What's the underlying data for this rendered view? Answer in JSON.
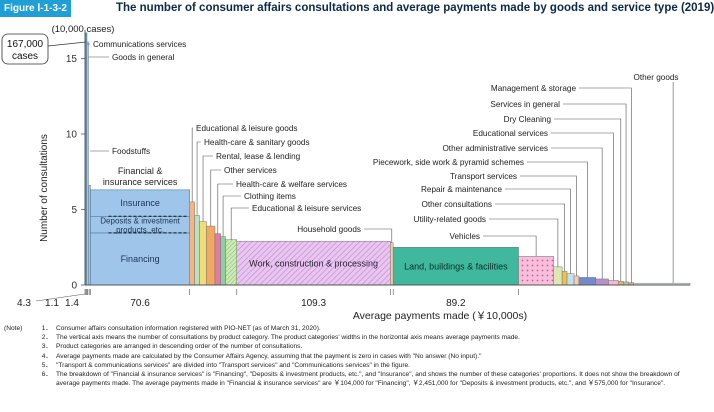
{
  "figure": {
    "badge": "Figure Ⅰ-1-3-2",
    "title": "The number of consumer affairs consultations and average payments made by goods and service type (2019)"
  },
  "chart_data": {
    "type": "bar",
    "variant": "variable-width bar chart (marimekko)",
    "y_unit": "(10,000 cases)",
    "ylabel": "Number of consultations",
    "xlabel": "Average payments made (￥10,000s)",
    "ylim": [
      0,
      17
    ],
    "yticks": [
      0,
      5,
      10,
      15
    ],
    "callout": "167,000 cases",
    "x_width_labels": [
      "4.3",
      "1.1",
      "1.4",
      "70.6",
      "109.3",
      "89.2"
    ],
    "bars": [
      {
        "label": "Communications services",
        "height": 16.7,
        "width": 1.4,
        "color": "#4a9de0"
      },
      {
        "label": "Goods in general",
        "height": 16.1,
        "width": 1.1,
        "color": "#bcd8ef"
      },
      {
        "label": "Foodstuffs",
        "height": 6.6,
        "width": 1.4,
        "color": "#9fc9ea"
      },
      {
        "label": "Financial & insurance services",
        "height": 6.3,
        "width": 70.6,
        "color": "#9fc6ea"
      },
      {
        "label": "Educational & leisure goods",
        "height": 5.5,
        "width": 3.5,
        "color": "#f6b483"
      },
      {
        "label": "Health-care & sanitary goods",
        "height": 4.6,
        "width": 3.5,
        "color": "#b8e3c0"
      },
      {
        "label": "Rental, lease & lending",
        "height": 4.2,
        "width": 5.0,
        "color": "#f1dc76"
      },
      {
        "label": "Other services",
        "height": 3.9,
        "width": 6.0,
        "color": "#f2a861"
      },
      {
        "label": "Health-care & welfare services",
        "height": 3.4,
        "width": 4.0,
        "color": "#e07ba3"
      },
      {
        "label": "Clothing items",
        "height": 3.2,
        "width": 3.5,
        "color": "#8fcf9d"
      },
      {
        "label": "Educational & leisure services",
        "height": 3.0,
        "width": 8.0,
        "color": "#a3d38c"
      },
      {
        "label": "Work, construction & processing",
        "height": 2.9,
        "width": 109.3,
        "color": "#d9b3e2"
      },
      {
        "label": "Household goods",
        "height": 2.8,
        "width": 2.0,
        "color": "#f3c8b1"
      },
      {
        "label": "Land, buildings & facilities",
        "height": 2.5,
        "width": 89.2,
        "color": "#3fb89d"
      },
      {
        "label": "Vehicles",
        "height": 1.9,
        "width": 25.0,
        "color": "#f1a8cc"
      },
      {
        "label": "Utility-related goods",
        "height": 1.2,
        "width": 6.0,
        "color": "#dde7b4"
      },
      {
        "label": "Other consultations",
        "height": 0.9,
        "width": 3.5,
        "color": "#efc14e"
      },
      {
        "label": "Repair & maintenance",
        "height": 0.75,
        "width": 5.0,
        "color": "#bfe1f5"
      },
      {
        "label": "Transport services",
        "height": 0.6,
        "width": 3.5,
        "color": "#f5cdb0"
      },
      {
        "label": "Piecework, side work & pyramid schemes",
        "height": 0.5,
        "width": 12.0,
        "color": "#7389c9"
      },
      {
        "label": "Other administrative services",
        "height": 0.4,
        "width": 9.0,
        "color": "#b990c8"
      },
      {
        "label": "Educational services",
        "height": 0.3,
        "width": 7.0,
        "color": "#f6b7cf"
      },
      {
        "label": "Dry Cleaning",
        "height": 0.25,
        "width": 3.5,
        "color": "#dcb86a"
      },
      {
        "label": "Services in general",
        "height": 0.2,
        "width": 4.0,
        "color": "#a7c5a7"
      },
      {
        "label": "Management & storage",
        "height": 0.15,
        "width": 3.5,
        "color": "#ef9d7a"
      },
      {
        "label": "Other goods",
        "height": 0.12,
        "width": 40.0,
        "color": "#cfe3f3"
      }
    ],
    "finance_segments": [
      {
        "label": "Financing",
        "height": 3.45
      },
      {
        "label": "Deposits & investment products, etc.",
        "height": 1.1
      },
      {
        "label": "Insurance",
        "height": 1.75
      }
    ],
    "finance_title": [
      "Financial &",
      "insurance services"
    ]
  },
  "notes": {
    "heading": "(Note)",
    "items": [
      {
        "n": "1．",
        "text": "Consumer affairs consultation information registered with PIO-NET (as of March 31, 2020)."
      },
      {
        "n": "2．",
        "text": "The vertical axis means the number of consultations by product category. The product categories' widths in the horizontal axis means average payments made."
      },
      {
        "n": "3．",
        "text": "Product categories are arranged in descending order of the number of consultations."
      },
      {
        "n": "4．",
        "text": "Average payments made are calculated by the Consumer Affairs Agency, assuming that the payment is zero in cases with \"No answer (No input).\""
      },
      {
        "n": "5．",
        "text": "\"Transport & communications services\" are divided into \"Transport services\" and \"Communications services\" in the figure."
      },
      {
        "n": "6．",
        "text": "The breakdown of \"Financial & insurance services\" is \"Financing\", \"Deposits & investment products, etc.\", and \"Insurance\", and shows the number of these categories' proportions. It does not show the breakdown of average payments made. The average payments made in \"Financial & insurance services\" are ￥104,000 for \"Financing\", ￥2,451,000 for \"Deposits & investment products, etc.\", and ￥575,000 for \"Insurance\"."
      }
    ]
  }
}
